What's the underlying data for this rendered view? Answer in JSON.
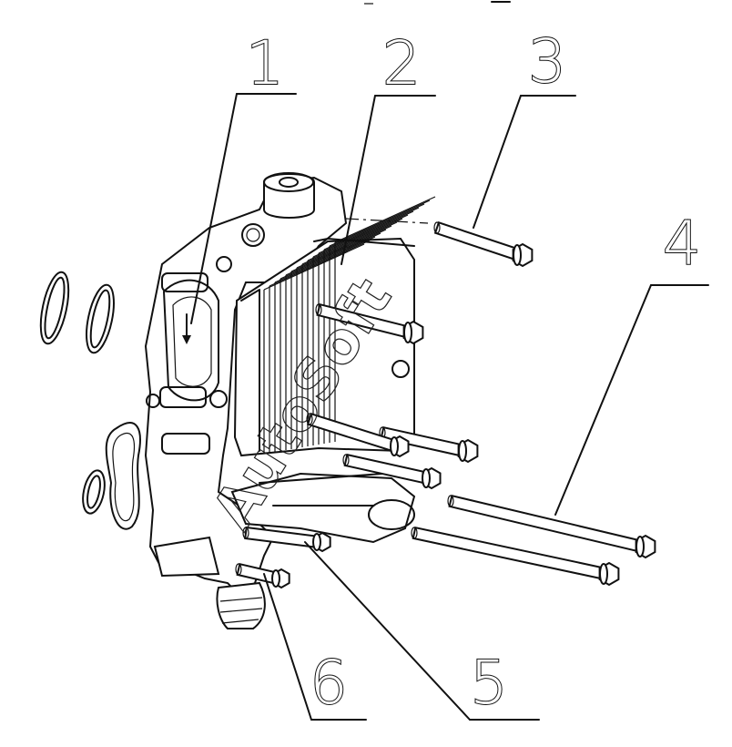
{
  "callouts": [
    "1",
    "2",
    "3",
    "4",
    "5",
    "6"
  ],
  "watermark": "AutoSoft"
}
